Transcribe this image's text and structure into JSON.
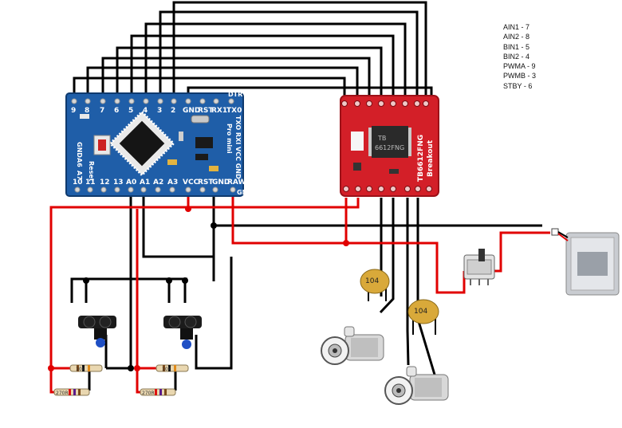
{
  "pin_map": [
    "AIN1 - 7",
    "AIN2 - 8",
    "BIN1 - 5",
    "BIN2 - 4",
    "PWMA - 9",
    "PWMB - 3",
    "STBY - 6"
  ],
  "arduino": {
    "top_pins": [
      "9",
      "8",
      "7",
      "6",
      "5",
      "4",
      "3",
      "2"
    ],
    "top_right_pins": [
      "GND",
      "RST",
      "RX1",
      "TX0"
    ],
    "dtr": "DTR",
    "bottom_pins": [
      "10",
      "11",
      "12",
      "13",
      "A0",
      "A1",
      "A2",
      "A3",
      "VCC",
      "RST",
      "GND",
      "RAW"
    ],
    "side_left": [
      "GND",
      "A6",
      "A7"
    ],
    "reset": "Reset",
    "side_right": [
      "TXO RXI VCC GND",
      "Pro mini"
    ],
    "gnd_corner": "GND"
  },
  "driver": {
    "chip": [
      "TB",
      "6612FNG"
    ],
    "side_label": "TB6612FNG",
    "breakout": "Breakout"
  },
  "capacitors": [
    "104",
    "104"
  ],
  "resistors": [
    "10k",
    "10k",
    "270R",
    "270R"
  ],
  "colors": {
    "wire_black": "#000000",
    "wire_red": "#e10000",
    "pcb_blue": "#1f5ea8",
    "pcb_red": "#d31f28",
    "cap": "#d9a93a"
  }
}
